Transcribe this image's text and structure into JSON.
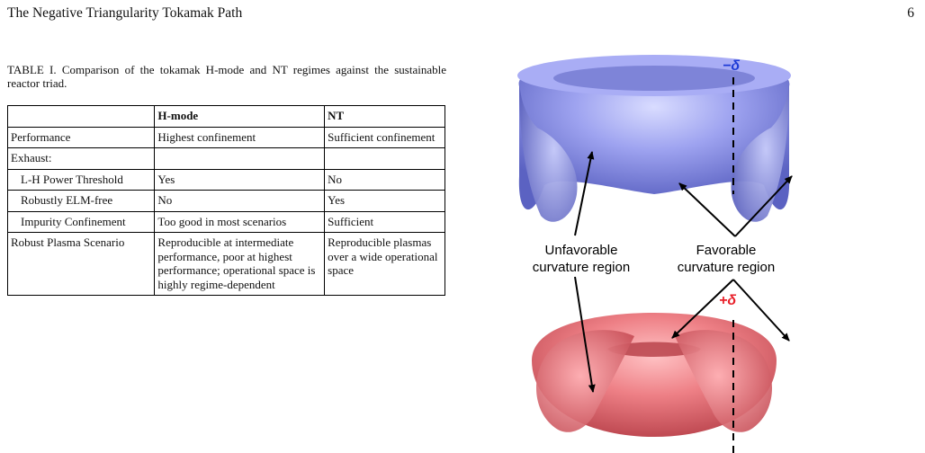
{
  "header": {
    "title": "The Negative Triangularity Tokamak Path",
    "page_number": "6"
  },
  "table": {
    "caption": "TABLE I. Comparison of the tokamak H-mode and NT regimes against the sustainable reactor triad.",
    "columns": [
      "",
      "H-mode",
      "NT"
    ],
    "rows": [
      {
        "label": "Performance",
        "bold": true,
        "indent": false,
        "hmode": "Highest confinement",
        "nt": "Sufficient confinement"
      },
      {
        "label": "Exhaust:",
        "bold": true,
        "indent": false,
        "hmode": "",
        "nt": ""
      },
      {
        "label": "L-H Power Threshold",
        "bold": false,
        "indent": true,
        "hmode": "Yes",
        "nt": "No"
      },
      {
        "label": "Robustly ELM-free",
        "bold": false,
        "indent": true,
        "hmode": "No",
        "nt": "Yes"
      },
      {
        "label": "Impurity Confinement",
        "bold": false,
        "indent": true,
        "hmode": "Too good in most scenarios",
        "nt": "Sufficient"
      },
      {
        "label": "Robust Plasma Scenario",
        "bold": true,
        "indent": false,
        "hmode": "Reproducible at intermediate performance, poor at highest performance; operational space is highly regime-dependent",
        "nt": "Reproducible plasmas over a wide operational space"
      }
    ]
  },
  "figure": {
    "neg_delta_label": "−δ",
    "pos_delta_label": "+δ",
    "unfavorable_label_line1": "Unfavorable",
    "unfavorable_label_line2": "curvature region",
    "favorable_label_line1": "Favorable",
    "favorable_label_line2": "curvature region",
    "colors": {
      "top_torus": "#8c91e6",
      "bottom_torus": "#e8727a",
      "neg_delta": "#1f3cd6",
      "pos_delta": "#e8202a"
    }
  }
}
